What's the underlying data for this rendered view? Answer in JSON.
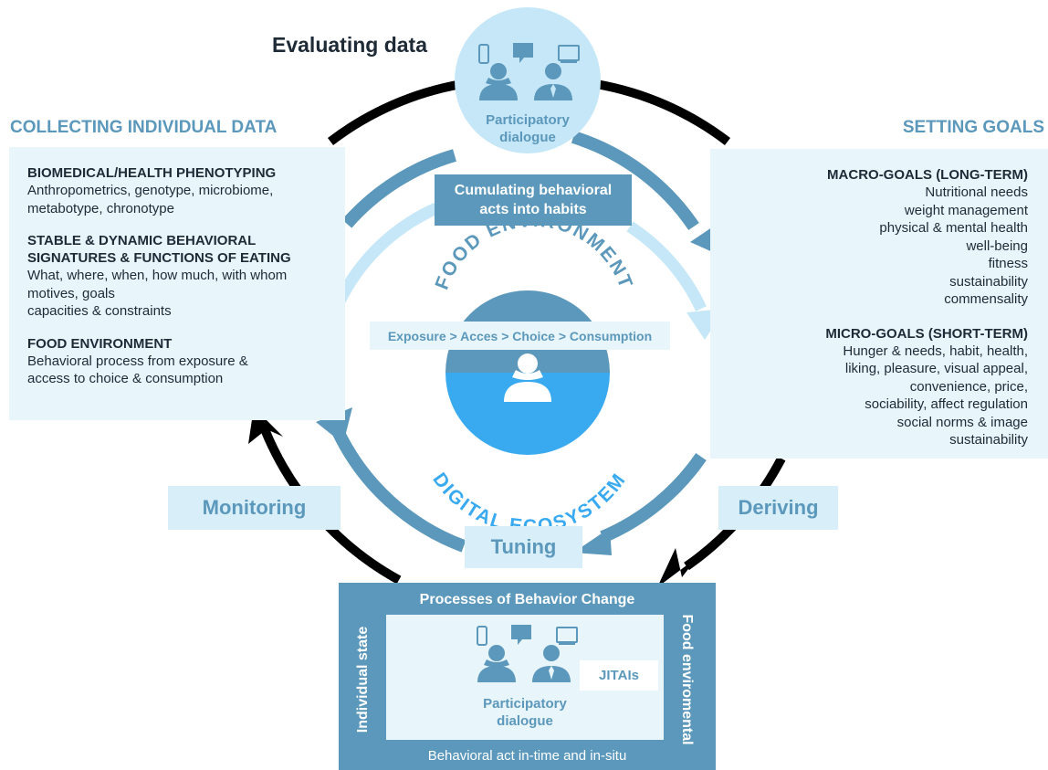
{
  "title": "Evaluating data",
  "participatory_top": {
    "line1": "Participatory",
    "line2": "dialogue"
  },
  "left_panel": {
    "title": "COLLECTING INDIVIDUAL DATA",
    "sections": [
      {
        "heading": [
          "BIOMEDICAL/HEALTH PHENOTYPING"
        ],
        "lines": [
          "Anthropometrics, genotype, microbiome,",
          "metabotype, chronotype"
        ]
      },
      {
        "heading": [
          "STABLE & DYNAMIC BEHAVIORAL",
          "SIGNATURES & FUNCTIONS OF EATING"
        ],
        "lines": [
          "What, where, when, how much, with whom",
          "motives, goals",
          "capacities & constraints"
        ]
      },
      {
        "heading": [
          "FOOD ENVIRONMENT"
        ],
        "lines": [
          "Behavioral process from exposure &",
          "access to choice & consumption"
        ]
      }
    ]
  },
  "right_panel": {
    "title": "SETTING GOALS",
    "sections": [
      {
        "heading": [
          "MACRO-GOALS (LONG-TERM)"
        ],
        "lines": [
          "Nutritional needs",
          "weight management",
          "physical & mental health",
          "well-being",
          "fitness",
          "sustainability",
          "commensality"
        ]
      },
      {
        "heading": [
          "MICRO-GOALS (SHORT-TERM)"
        ],
        "lines": [
          "Hunger & needs, habit, health,",
          "liking, pleasure, visual appeal,",
          "convenience, price,",
          "sociability, affect regulation",
          "social norms & image",
          "sustainability"
        ]
      }
    ]
  },
  "cumulating": {
    "line1": "Cumulating behavioral",
    "line2": "acts into habits"
  },
  "center": {
    "top_arc": "FOOD ENVIRONMENT",
    "bottom_arc": "DIGITAL ECOSYSTEM",
    "process": "Exposure > Acces > Choice > Consumption"
  },
  "labels": {
    "monitoring": "Monitoring",
    "deriving": "Deriving",
    "tuning": "Tuning"
  },
  "bottom_box": {
    "title": "Processes of Behavior Change",
    "left_vertical": "Individual state",
    "right_vertical": "Food enviromental",
    "jitais": "JITAIs",
    "participatory": {
      "line1": "Participatory",
      "line2": "dialogue"
    },
    "footer": "Behavioral act in-time and in-situ"
  },
  "colors": {
    "dark_blue": "#5b98bb",
    "light_arrow": "#c5e7f7",
    "panel": "#e8f5fb",
    "circle_blue": "#3aaaf0",
    "black": "#000000"
  }
}
